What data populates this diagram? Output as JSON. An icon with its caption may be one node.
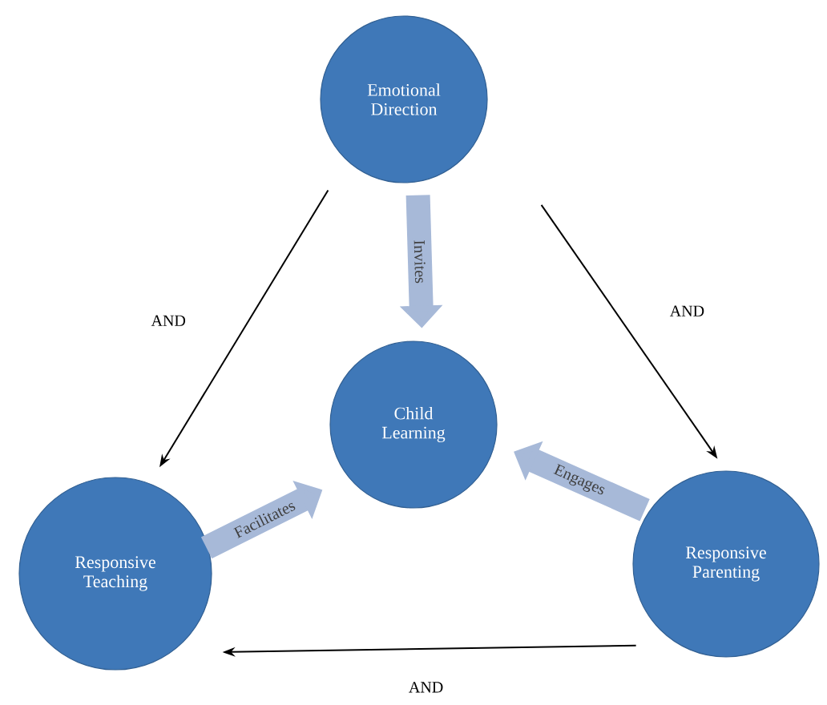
{
  "diagram": {
    "nodes": [
      {
        "text": [
          "Emotional Direction"
        ]
      },
      {
        "text": [
          "Child Learning"
        ]
      },
      {
        "text": [
          "Responsive Teaching"
        ]
      },
      {
        "text": [
          "Responsive Parenting"
        ]
      }
    ],
    "edges": [
      {
        "from": 0,
        "to": 2,
        "arrow": "to",
        "label": "AND"
      },
      {
        "from": 0,
        "to": 3,
        "arrow": "to",
        "label": "AND"
      },
      {
        "from": 3,
        "to": 2,
        "arrow": "to",
        "label": "AND"
      },
      {
        "from": 0,
        "to": 1,
        "arrow": "to",
        "label": "Invites",
        "style": "thick",
        "color": "#a7b9d8"
      },
      {
        "from": 2,
        "to": 1,
        "arrow": "to",
        "label": "Facilitates",
        "style": "thick",
        "color": "#a7b9d8"
      },
      {
        "from": 3,
        "to": 1,
        "arrow": "to",
        "label": "Engages",
        "style": "thick",
        "color": "#a7b9d8"
      }
    ]
  }
}
